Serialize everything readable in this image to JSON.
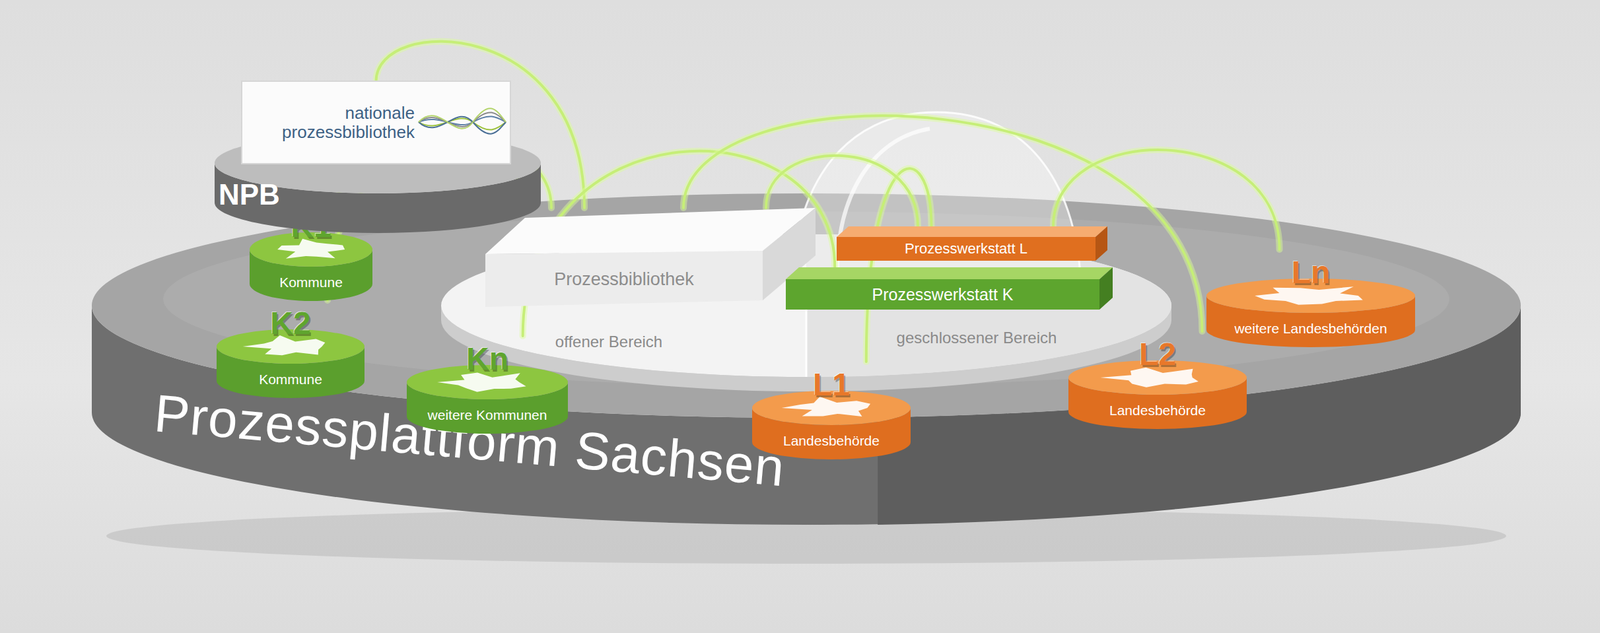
{
  "diagram": {
    "nodes": [
      {
        "text": [
          "Prozessplattform Sachsen"
        ]
      },
      {
        "text": [
          "NPB"
        ]
      },
      {
        "text": [
          "nationale prozessbibliothek"
        ],
        "in": 1
      },
      {
        "text": [
          "K1",
          "Kommune"
        ],
        "in": 0
      },
      {
        "text": [
          "K2",
          "Kommune"
        ],
        "in": 0
      },
      {
        "text": [
          "Kn",
          "weitere Kommunen"
        ],
        "in": 0
      },
      {
        "text": [
          "offener Bereich",
          "geschlossener Bereich"
        ],
        "in": 0
      },
      {
        "text": [
          "Prozessbibliothek"
        ],
        "in": 6
      },
      {
        "text": [
          "Prozesswerkstatt L"
        ],
        "in": 6
      },
      {
        "text": [
          "Prozesswerkstatt K"
        ],
        "in": 6
      },
      {
        "text": [
          "L1",
          "Landesbehörde"
        ],
        "in": 0
      },
      {
        "text": [
          "L2",
          "Landesbehörde"
        ],
        "in": 0
      },
      {
        "text": [
          "Ln",
          "weitere Landesbehörden"
        ],
        "in": 0
      }
    ],
    "edges": [
      {
        "from": 2,
        "to": 7,
        "arrow": "none"
      },
      {
        "from": 3,
        "to": 7,
        "arrow": "none"
      },
      {
        "from": 4,
        "to": 7,
        "arrow": "none"
      },
      {
        "from": 5,
        "to": 9,
        "arrow": "none"
      },
      {
        "from": 10,
        "to": 8,
        "arrow": "none"
      },
      {
        "from": 11,
        "to": 7,
        "arrow": "none"
      },
      {
        "from": 12,
        "to": 8,
        "arrow": "none"
      },
      {
        "from": 7,
        "to": 8,
        "arrow": "none"
      }
    ]
  }
}
